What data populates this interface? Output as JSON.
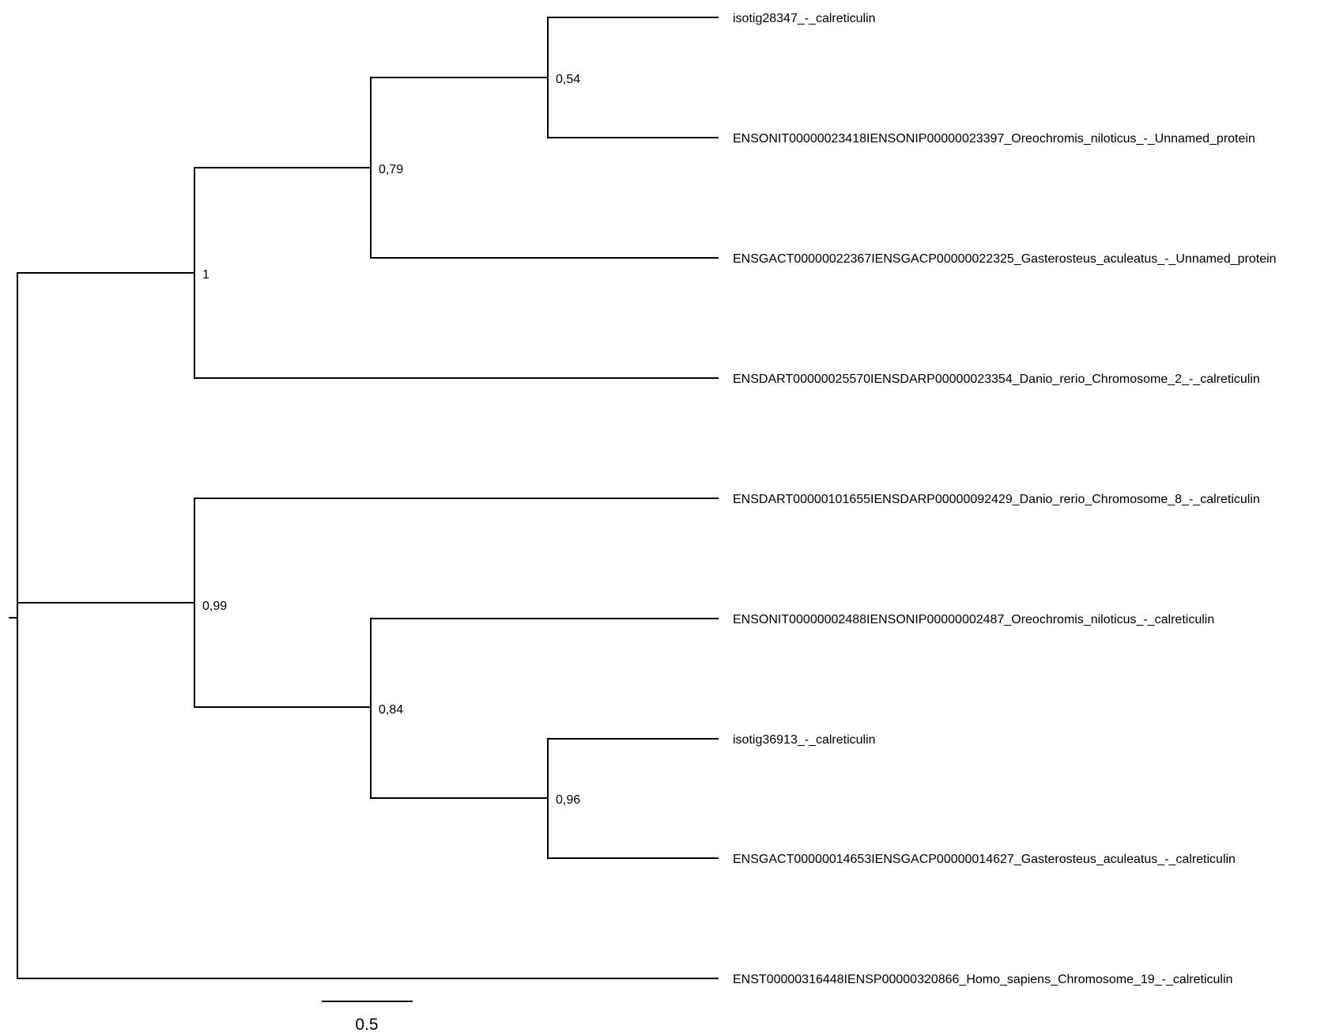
{
  "tree": {
    "support_values": [
      "1",
      "0,79",
      "0,54",
      "0,99",
      "0,84",
      "0,96"
    ],
    "leaves": [
      "isotig28347_-_calreticulin",
      "ENSONIT00000023418IENSONIP00000023397_Oreochromis_niloticus_-_Unnamed_protein",
      "ENSGACT00000022367IENSGACP00000022325_Gasterosteus_aculeatus_-_Unnamed_protein",
      "ENSDART00000025570IENSDARP00000023354_Danio_rerio_Chromosome_2_-_calreticulin",
      "ENSDART00000101655IENSDARP00000092429_Danio_rerio_Chromosome_8_-_calreticulin",
      "ENSONIT00000002488IENSONIP00000002487_Oreochromis_niloticus_-_calreticulin",
      "isotig36913_-_calreticulin",
      "ENSGACT00000014653IENSGACP00000014627_Gasterosteus_aculeatus_-_calreticulin",
      "ENST00000316448IENSP00000320866_Homo_sapiens_Chromosome_19_-_calreticulin"
    ],
    "scale_bar": {
      "label": "0.5"
    }
  }
}
